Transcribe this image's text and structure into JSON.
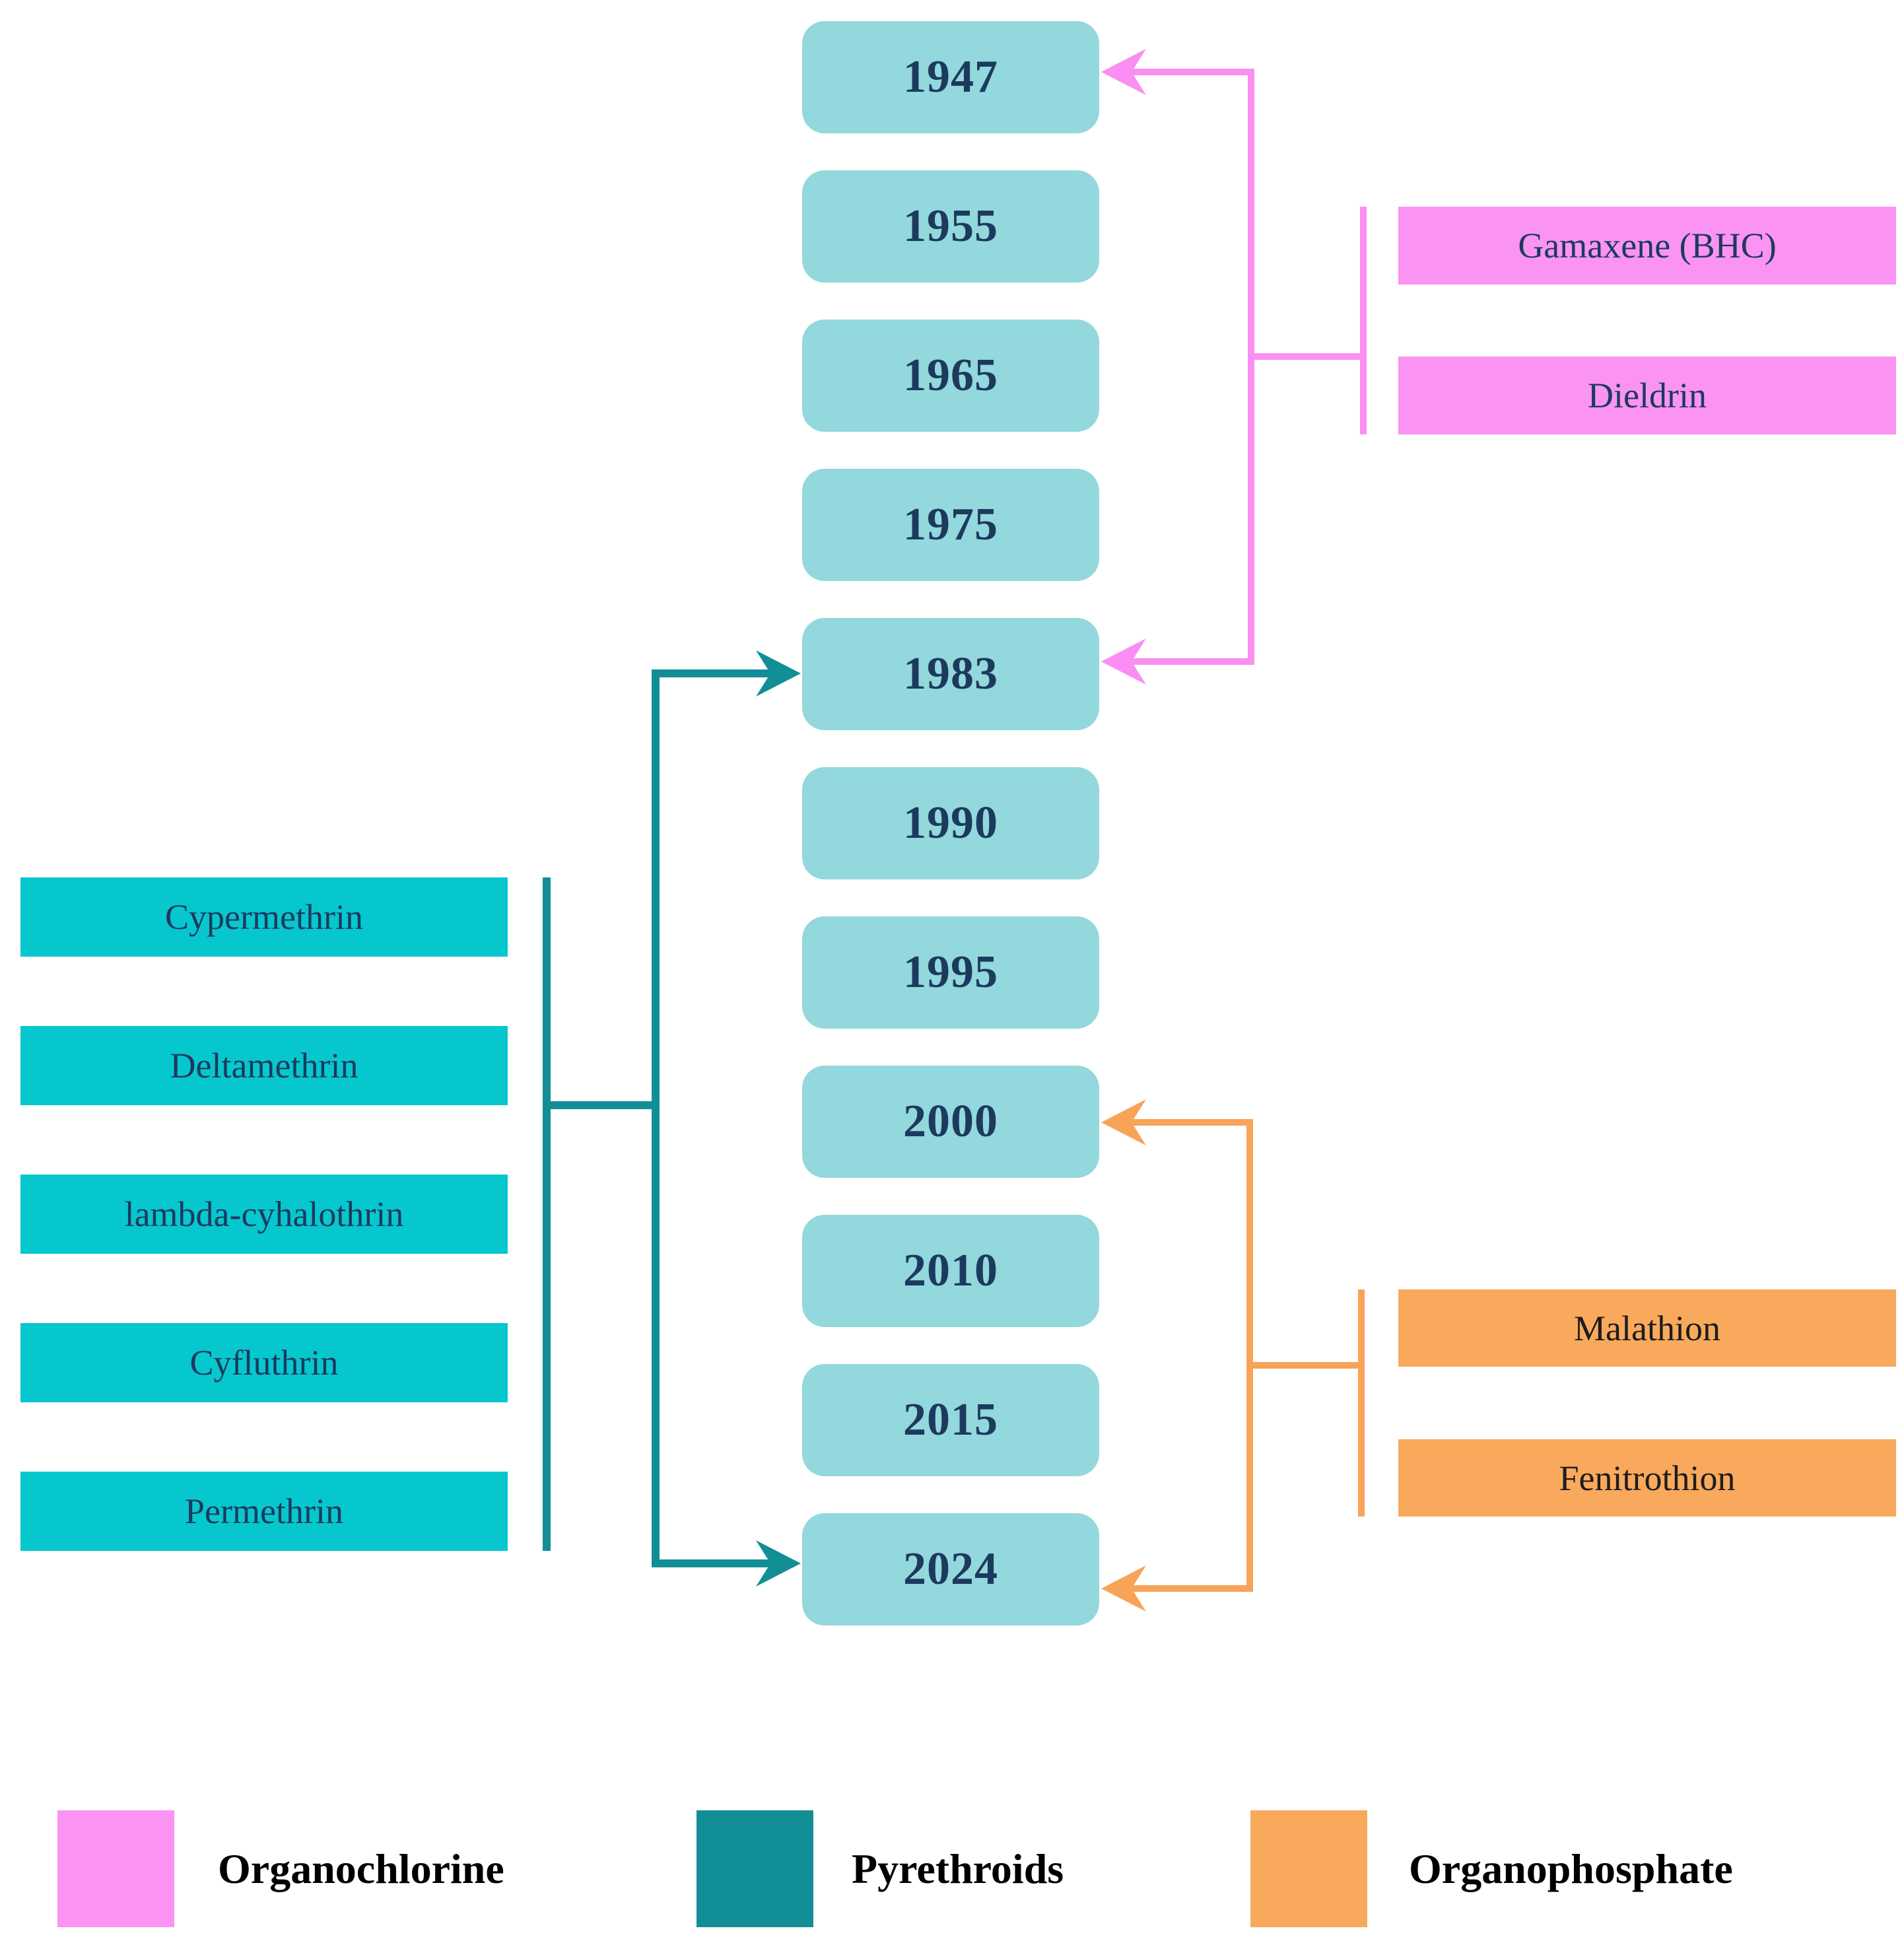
{
  "figure": {
    "background": "#ffffff",
    "timeline": {
      "years": [
        "1947",
        "1955",
        "1965",
        "1975",
        "1983",
        "1990",
        "1995",
        "2000",
        "2010",
        "2015",
        "2024"
      ],
      "box_fill": "#93d8dc",
      "text_color": "#1c3a5e"
    },
    "classes": [
      {
        "name": "Organochlorine",
        "color": "#fa8ef2",
        "box_fill": "#fa93f2",
        "text_color": "#1c3a5e",
        "chemicals": [
          "Gamaxene (BHC)",
          "Dieldrin"
        ],
        "arrow_targets": [
          "1947",
          "1983"
        ]
      },
      {
        "name": "Pyrethroids",
        "color": "#128e96",
        "box_fill": "#06c7cd",
        "text_color": "#1c3a5e",
        "chemicals": [
          "Cypermethrin",
          "Deltamethrin",
          "lambda-cyhalothrin",
          "Cyfluthrin",
          "Permethrin"
        ],
        "arrow_targets": [
          "1983",
          "2024"
        ]
      },
      {
        "name": "Organophosphate",
        "color": "#f8a458",
        "box_fill": "#f9a95c",
        "text_color": "#1d1d1d",
        "chemicals": [
          "Malathion",
          "Fenitrothion"
        ],
        "arrow_targets": [
          "2000",
          "2024"
        ]
      }
    ],
    "legend": [
      {
        "label": "Organochlorine",
        "color": "#fa93f2"
      },
      {
        "label": "Pyrethroids",
        "color": "#128e96"
      },
      {
        "label": "Organophosphate",
        "color": "#f9a95c"
      }
    ]
  }
}
